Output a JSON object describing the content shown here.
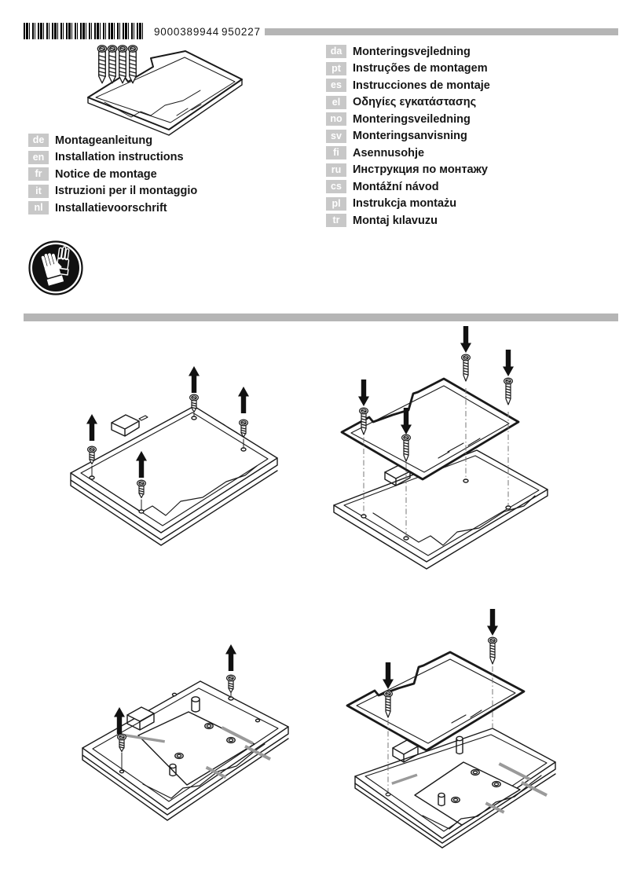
{
  "header": {
    "document_number": "9000389944",
    "revision_number": "950227",
    "barcode_icon": "barcode",
    "divider_color": "#b5b5b5"
  },
  "parts_overview": {
    "screw_count": 4,
    "items": [
      "mounting-screws",
      "cover-panel"
    ]
  },
  "languages_left": [
    {
      "code": "de",
      "title": "Montageanleitung"
    },
    {
      "code": "en",
      "title": "Installation instructions"
    },
    {
      "code": "fr",
      "title": "Notice de montage"
    },
    {
      "code": "it",
      "title": "Istruzioni per il montaggio"
    },
    {
      "code": "nl",
      "title": "Installatievoorschrift"
    }
  ],
  "languages_right": [
    {
      "code": "da",
      "title": "Monteringsvejledning"
    },
    {
      "code": "pt",
      "title": "Instruções de montagem"
    },
    {
      "code": "es",
      "title": "Instrucciones de montaje"
    },
    {
      "code": "el",
      "title": "Οδηγίες εγκατάστασης"
    },
    {
      "code": "no",
      "title": "Monteringsveiledning"
    },
    {
      "code": "sv",
      "title": "Monteringsanvisning"
    },
    {
      "code": "fi",
      "title": "Asennusohje"
    },
    {
      "code": "ru",
      "title": "Инструкция по монтажу"
    },
    {
      "code": "cs",
      "title": "Montážní návod"
    },
    {
      "code": "pl",
      "title": "Instrukcja montażu"
    },
    {
      "code": "tr",
      "title": "Montaj kılavuzu"
    }
  ],
  "safety": {
    "gloves_icon": "wear-protective-gloves"
  },
  "figures": [
    {
      "step": 1,
      "name": "hob-top-remove-screws",
      "screws": 4,
      "arrow_direction": "up"
    },
    {
      "step": 2,
      "name": "place-cover-insert-screws",
      "screws": 4,
      "arrow_direction": "down"
    },
    {
      "step": 3,
      "name": "hob-underside-remove-screws",
      "screws": 2,
      "arrow_direction": "up"
    },
    {
      "step": 4,
      "name": "place-underside-cover-insert-screws",
      "screws": 2,
      "arrow_direction": "down"
    }
  ],
  "colors": {
    "badge_bg": "#c8c8c8",
    "badge_text": "#ffffff",
    "bar": "#b5b5b5",
    "line_art": "#1a1a1a",
    "text": "#161616"
  }
}
